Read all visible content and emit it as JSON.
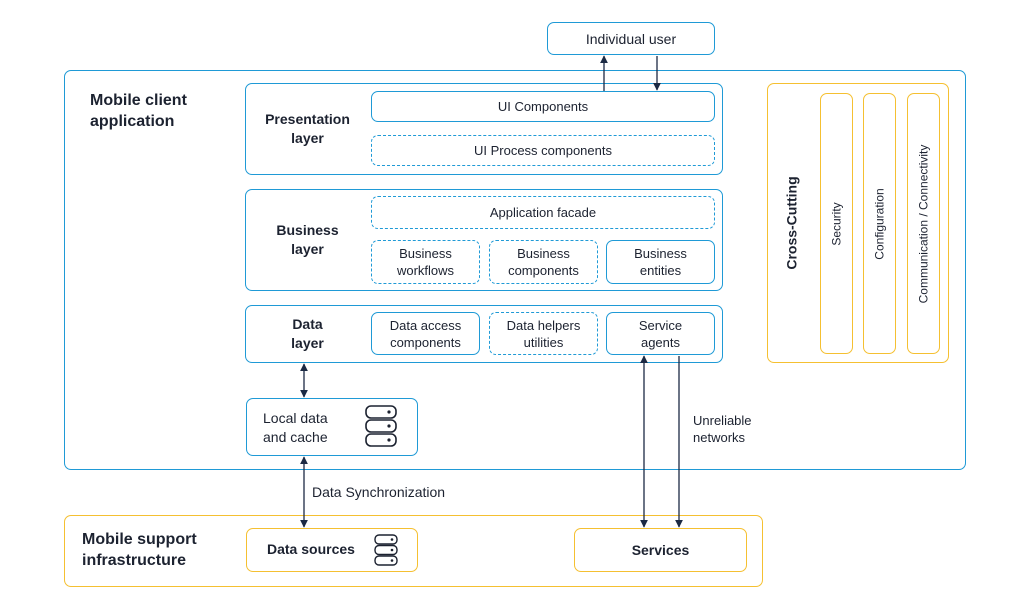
{
  "user": {
    "label": "Individual user"
  },
  "client_app": {
    "title_line1": "Mobile client",
    "title_line2": "application",
    "presentation": {
      "title_line1": "Presentation",
      "title_line2": "layer",
      "ui_components": "UI Components",
      "ui_process": "UI Process components"
    },
    "business": {
      "title_line1": "Business",
      "title_line2": "layer",
      "facade": "Application facade",
      "workflows_line1": "Business",
      "workflows_line2": "workflows",
      "components_line1": "Business",
      "components_line2": "components",
      "entities_line1": "Business",
      "entities_line2": "entities"
    },
    "data": {
      "title_line1": "Data",
      "title_line2": "layer",
      "access_line1": "Data access",
      "access_line2": "components",
      "helpers_line1": "Data helpers",
      "helpers_line2": "utilities",
      "agents_line1": "Service",
      "agents_line2": "agents"
    },
    "local": {
      "line1": "Local data",
      "line2": "and cache",
      "icon": "database-icon"
    },
    "cross_cutting": {
      "title": "Cross-Cutting",
      "security": "Security",
      "configuration": "Configuration",
      "communication": "Communication / Connectivity"
    },
    "unreliable_line1": "Unreliable",
    "unreliable_line2": "networks"
  },
  "data_sync": "Data Synchronization",
  "support": {
    "title_line1": "Mobile support",
    "title_line2": "infrastructure",
    "data_sources": "Data sources",
    "services": "Services",
    "icon": "database-icon"
  },
  "colors": {
    "client_border": "#1f9ad6",
    "support_border": "#f5c031",
    "arrow": "#1c2a44"
  }
}
